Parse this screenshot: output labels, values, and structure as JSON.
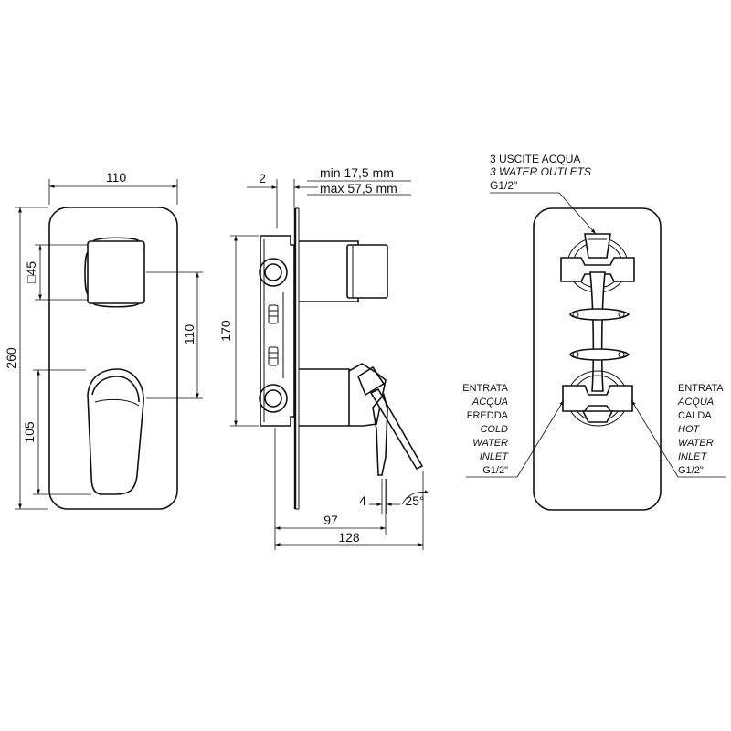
{
  "front_view": {
    "width_dim": "110",
    "height_dim": "260",
    "knob_size_dim": "□45",
    "knob_spacing_dim": "110",
    "lever_height_dim": "105"
  },
  "side_view": {
    "plate_thickness_dim": "2",
    "depth_min": "min 17,5 mm",
    "depth_max": "max 57,5 mm",
    "body_height_dim": "170",
    "projection_dim": "97",
    "total_depth_dim": "128",
    "lever_offset_dim": "4",
    "lever_angle_dim": "25°"
  },
  "rear_view": {
    "outlets": [
      "3 USCITE ACQUA",
      "3 WATER OUTLETS",
      "G1/2\""
    ],
    "cold_inlet": [
      "ENTRATA",
      "ACQUA",
      "FREDDA",
      "COLD",
      "WATER",
      "INLET",
      "G1/2\""
    ],
    "hot_inlet": [
      "ENTRATA",
      "ACQUA",
      "CALDA",
      "HOT",
      "WATER",
      "INLET",
      "G1/2\""
    ]
  }
}
